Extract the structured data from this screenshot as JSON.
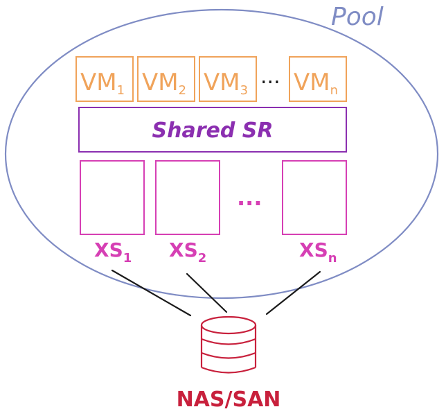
{
  "pool": {
    "label": "Pool",
    "color": "#7f8cc4"
  },
  "vms": {
    "color": "#f0a35a",
    "items": [
      {
        "base": "VM",
        "sub": "1"
      },
      {
        "base": "VM",
        "sub": "2"
      },
      {
        "base": "VM",
        "sub": "3"
      },
      {
        "base": "VM",
        "sub": "n"
      }
    ],
    "ellipsis": "..."
  },
  "shared_sr": {
    "label": "Shared SR",
    "color": "#8b2fb0"
  },
  "hosts": {
    "color": "#d63fb4",
    "items": [
      {
        "base": "XS",
        "sub": "1"
      },
      {
        "base": "XS",
        "sub": "2"
      },
      {
        "base": "XS",
        "sub": "n"
      }
    ],
    "ellipsis": "..."
  },
  "storage": {
    "label": "NAS/SAN",
    "color": "#c8203c",
    "link_color": "#1a1a1a"
  }
}
